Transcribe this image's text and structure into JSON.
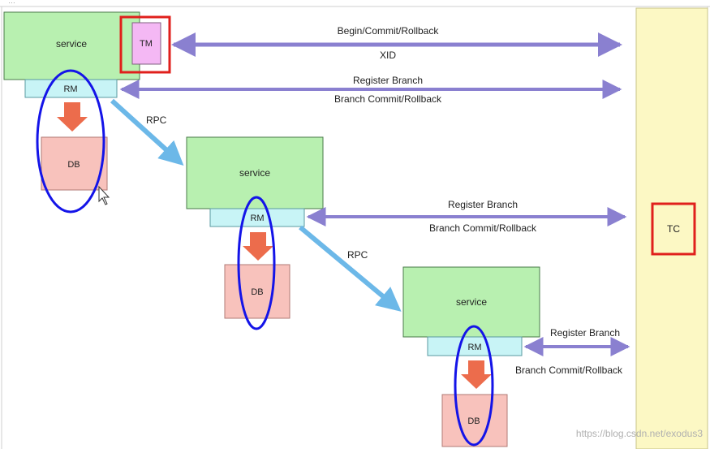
{
  "top_strip_text": "…",
  "services": [
    {
      "label": "service",
      "rm": "RM",
      "db": "DB"
    },
    {
      "label": "service",
      "rm": "RM",
      "db": "DB"
    },
    {
      "label": "service",
      "rm": "RM",
      "db": "DB"
    }
  ],
  "tm": {
    "label": "TM"
  },
  "tc": {
    "label": "TC"
  },
  "arrows": {
    "tm_tc_top": "Begin/Commit/Rollback",
    "tm_tc_bottom": "XID",
    "rm1_top": "Register Branch",
    "rm1_bottom": "Branch Commit/Rollback",
    "rm2_top": "Register Branch",
    "rm2_bottom": "Branch Commit/Rollback",
    "rm3_top": "Register Branch",
    "rm3_bottom": "Branch Commit/Rollback"
  },
  "rpc": [
    "RPC",
    "RPC"
  ],
  "watermark": "https://blog.csdn.net/exodus3",
  "colors": {
    "service_fill": "#b8f0b0",
    "service_stroke": "#4a7a4a",
    "rm_fill": "#c8f4f6",
    "db_fill": "#f8c2bc",
    "tm_fill": "#f4b8f4",
    "tc_fill": "#fcf8c4",
    "highlight_red": "#e0201c",
    "ellipse_blue": "#1414e8",
    "link_purple": "#8a80d0",
    "rpc_blue": "#6cb8e8",
    "down_arrow": "#ec6c4c"
  }
}
